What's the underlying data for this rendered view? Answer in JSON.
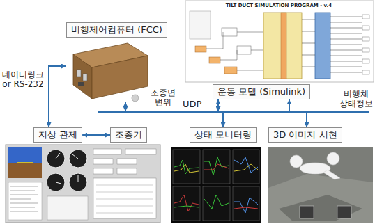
{
  "diagram": {
    "nodes": [
      {
        "text": [
          "비행제어컴퓨터 (FCC)"
        ]
      },
      {
        "text": [
          "운동 모델 (Simulink)"
        ]
      },
      {
        "text": [
          "UDP"
        ]
      },
      {
        "text": [
          "지상 관제"
        ]
      },
      {
        "text": [
          "조종기"
        ]
      },
      {
        "text": [
          "상태 모니터링"
        ]
      },
      {
        "text": [
          "3D 이미지 시현"
        ]
      }
    ],
    "edges": [
      {
        "from": 0,
        "to": 2,
        "arrow": "both"
      },
      {
        "from": 1,
        "to": 2,
        "arrow": "both"
      },
      {
        "from": 2,
        "to": 1,
        "arrow": "to"
      },
      {
        "from": 2,
        "to": 5,
        "arrow": "to"
      },
      {
        "from": 2,
        "to": 6,
        "arrow": "to"
      },
      {
        "from": 0,
        "to": 3,
        "arrow": "both",
        "label": "데이터링크 or RS-232"
      },
      {
        "from": 3,
        "to": 4,
        "arrow": "both"
      }
    ],
    "labels": [
      "TILT DUCT SIMULATION PROGRAM - v.4",
      "조종면 변위",
      "비행체 상태정보"
    ]
  }
}
